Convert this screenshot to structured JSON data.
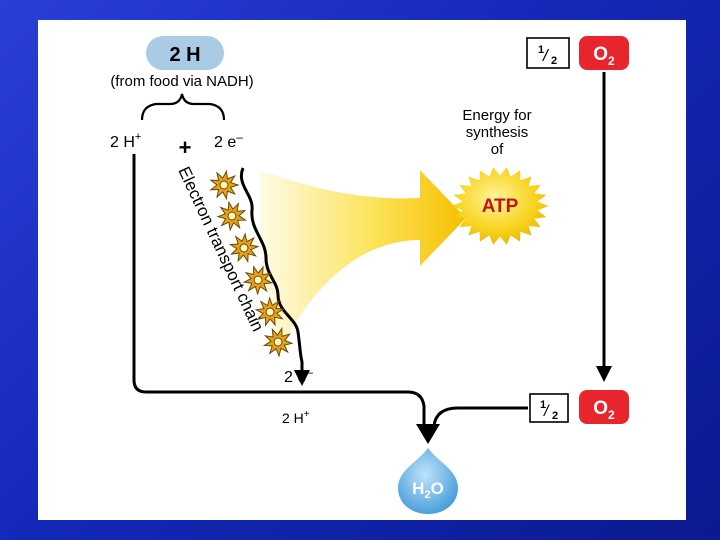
{
  "diagram": {
    "top": {
      "two_h": "2 H",
      "from_food": "(from food via NADH)",
      "half_num": "1",
      "half_den": "2",
      "o2_top": "O",
      "o2_sub": "2"
    },
    "split": {
      "h_plus": "2 H",
      "h_plus_sup": "+",
      "plus": "+",
      "electrons": "2 e",
      "electrons_sup": "–"
    },
    "energy": {
      "line1": "Energy for",
      "line2": "synthesis",
      "line3": "of"
    },
    "atp": "ATP",
    "chain_label": "Electron transport chain",
    "bottom": {
      "electrons": "2 e",
      "electrons_sup": "–",
      "h_plus": "2 H",
      "h_plus_sup": "+",
      "half_num": "1",
      "half_den": "2",
      "o2_bottom": "O",
      "o2_sub": "2",
      "water": "H",
      "water_sub": "2",
      "water_o": "O"
    },
    "colors": {
      "pale_blue": "#a9cbe6",
      "o2_red": "#e8242c",
      "atp_yellow": "#f6c20e",
      "arrow_gradient_start": "#fff7d0",
      "arrow_gradient_end": "#f7c500",
      "enzyme_orange": "#e4a21a",
      "water_blue": "#4fa7de",
      "background_blue": "#1428b8"
    }
  }
}
